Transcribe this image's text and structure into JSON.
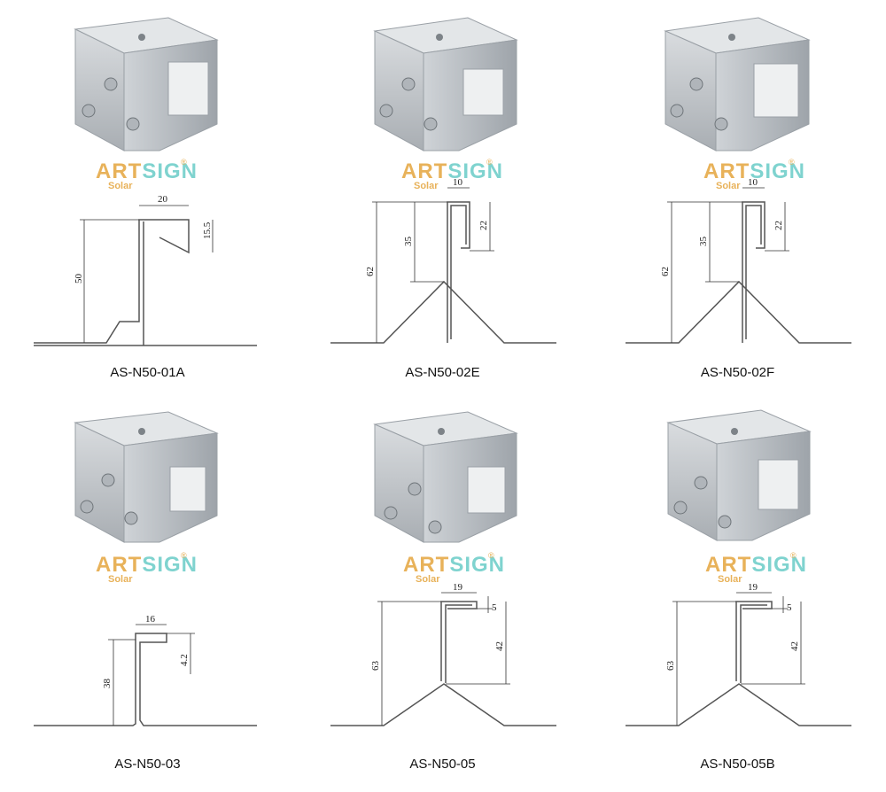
{
  "logo": {
    "art": "ART",
    "sign": "SIGN",
    "sub": "Solar",
    "reg": "®"
  },
  "items": [
    {
      "code": "AS-N50-01A",
      "dims": {
        "width": "20",
        "height": "50",
        "lip": "15.5"
      }
    },
    {
      "code": "AS-N50-02E",
      "dims": {
        "width": "10",
        "total": "62",
        "mid": "35",
        "lip": "22"
      }
    },
    {
      "code": "AS-N50-02F",
      "dims": {
        "width": "10",
        "total": "62",
        "mid": "35",
        "lip": "22"
      }
    },
    {
      "code": "AS-N50-03",
      "dims": {
        "width": "16",
        "height": "38",
        "lip": "4.2"
      }
    },
    {
      "code": "AS-N50-05",
      "dims": {
        "width": "19",
        "total": "63",
        "mid": "42",
        "lip": "5"
      }
    },
    {
      "code": "AS-N50-05B",
      "dims": {
        "width": "19",
        "total": "63",
        "mid": "42",
        "lip": "5"
      }
    }
  ]
}
